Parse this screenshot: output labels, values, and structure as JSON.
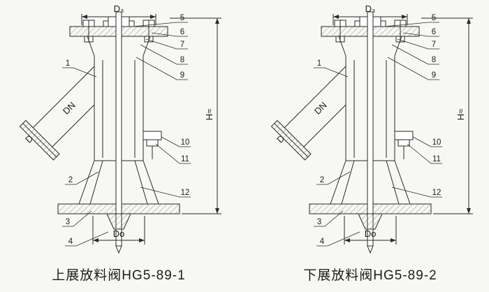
{
  "figures": [
    {
      "caption": "上展放料阀HG5-89-1",
      "dimensions": {
        "top_diameter": "D₃",
        "height": "H≈",
        "nominal": "DN",
        "inlet": "D",
        "bottom_diameter": "Do"
      },
      "part_numbers": [
        "1",
        "2",
        "3",
        "4",
        "5",
        "6",
        "7",
        "8",
        "9",
        "10",
        "11",
        "12"
      ]
    },
    {
      "caption": "下展放料阀HG5-89-2",
      "dimensions": {
        "top_diameter": "D₃",
        "height": "H≈",
        "nominal": "DN",
        "inlet": "D",
        "bottom_diameter": "Do"
      },
      "part_numbers": [
        "1",
        "2",
        "3",
        "4",
        "5",
        "6",
        "7",
        "8",
        "9",
        "10",
        "11",
        "12"
      ]
    }
  ],
  "colors": {
    "line": "#2a2a2a",
    "background": "#f7f7f4"
  }
}
